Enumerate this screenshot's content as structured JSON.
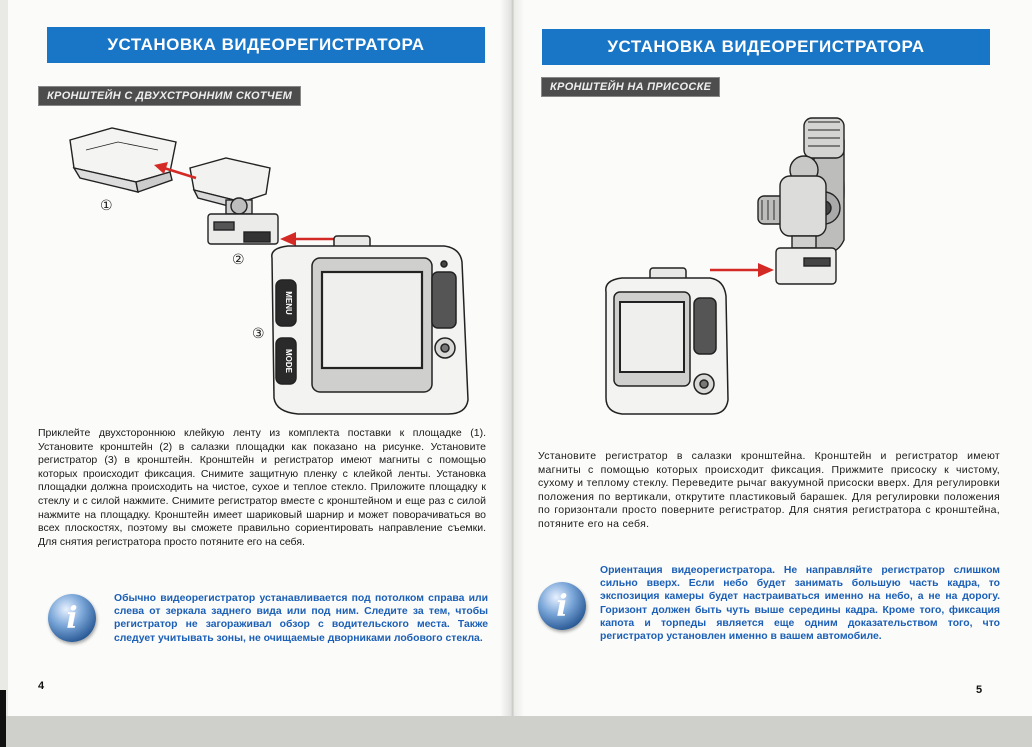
{
  "left_page": {
    "banner": "УСТАНОВКА ВИДЕОРЕГИСТРАТОРА",
    "subhead": "КРОНШТЕЙН С ДВУХСТРОННИМ СКОТЧЕМ",
    "callouts": [
      "①",
      "②",
      "③"
    ],
    "device_buttons": [
      "MENU",
      "MODE"
    ],
    "body": "Приклейте двухстороннюю клейкую ленту из комплекта поставки к площадке (1). Установите кронштейн (2) в салазки площадки как показано на рисунке. Установите регистратор (3) в кронштейн. Кронштейн и регистратор имеют магниты с помощью которых происходит фиксация. Снимите защитную пленку с клейкой ленты. Установка площадки должна происходить на чистое, сухое и теплое стекло. Приложите площадку к стеклу и с силой нажмите. Снимите регистратор вместе с кронштейном и еще раз с силой нажмите на площадку. Кронштейн имеет шариковый шарнир и может поворачиваться во всех плоскостях, поэтому вы сможете правильно сориентировать направление съемки. Для снятия регистратора просто потяните его на себя.",
    "note": "Обычно видеорегистратор устанавливается под потолком справа или слева от зеркала заднего вида или под ним. Следите за тем, чтобы регистратор не загораживал обзор с водительского места. Также следует учитывать зоны, не очищаемые дворниками лобового стекла.",
    "info_glyph": "i",
    "page_number": "4"
  },
  "right_page": {
    "banner": "УСТАНОВКА ВИДЕОРЕГИСТРАТОРА",
    "subhead": "КРОНШТЕЙН НА ПРИСОСКЕ",
    "body": "Установите регистратор в салазки кронштейна. Кронштейн и регистратор имеют магниты с помощью которых происходит фиксация. Прижмите присоску к чистому, сухому и теплому стеклу. Переведите рычаг вакуумной присоски вверх. Для регулировки положения по вертикали, открутите пластиковый барашек. Для регулировки положения по горизонтали просто поверните регистратор. Для снятия регистратора с кронштейна, потяните его на себя.",
    "note": "Ориентация видеорегистратора. Не направляйте регистратор слишком сильно вверх. Если небо будет занимать большую часть кадра, то экспозиция камеры будет настраиваться именно на небо, а не на дорогу. Горизонт должен быть чуть выше середины кадра. Кроме того, фиксация капота и торпеды является еще одним доказательством того, что регистратор установлен именно в вашем автомобиле.",
    "info_glyph": "i",
    "page_number": "5"
  },
  "colors": {
    "banner_blue": "#1976c6",
    "note_blue": "#1b5fb6",
    "arrow_red": "#d42a25",
    "subhead_gray": "#4d4d4d"
  }
}
